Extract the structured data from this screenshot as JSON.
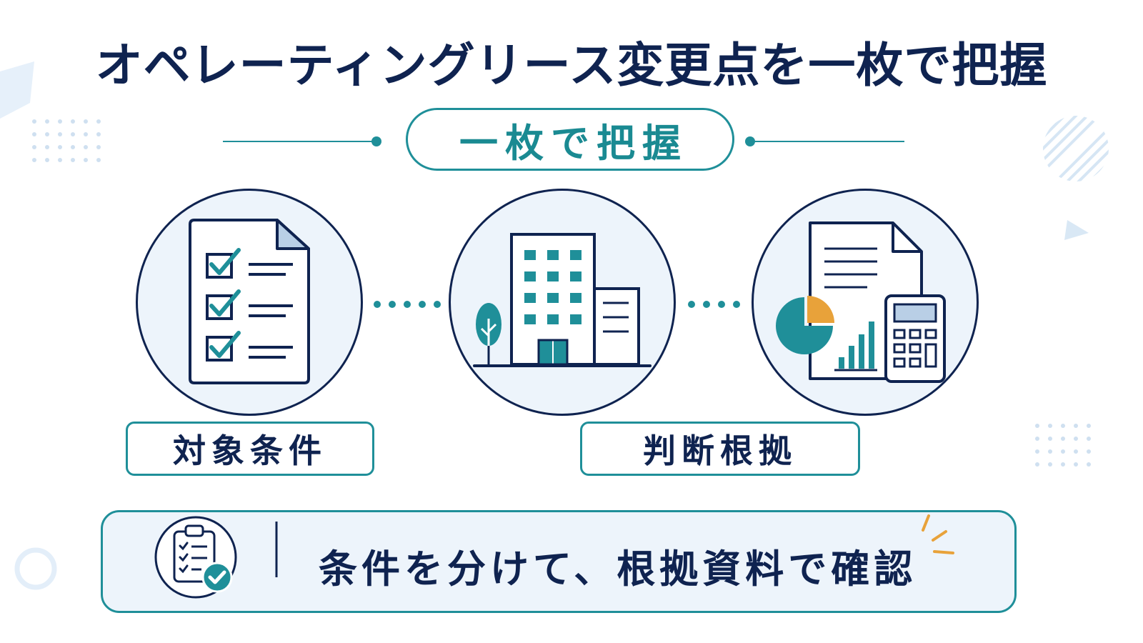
{
  "title": "オペレーティングリース変更点を一枚で把握",
  "subtitle": "一枚で把握",
  "nodes": [
    {
      "icon": "checklist-document-icon",
      "label": "対象条件"
    },
    {
      "icon": "office-building-icon",
      "label": ""
    },
    {
      "icon": "financial-report-calculator-icon",
      "label": "判断根拠"
    }
  ],
  "banner": {
    "icon": "clipboard-check-icon",
    "text": "条件を分けて、根拠資料で確認"
  },
  "colors": {
    "navy": "#0f2350",
    "teal": "#1f8f99",
    "light_blue": "#edf4fb",
    "orange": "#e8a23a"
  }
}
